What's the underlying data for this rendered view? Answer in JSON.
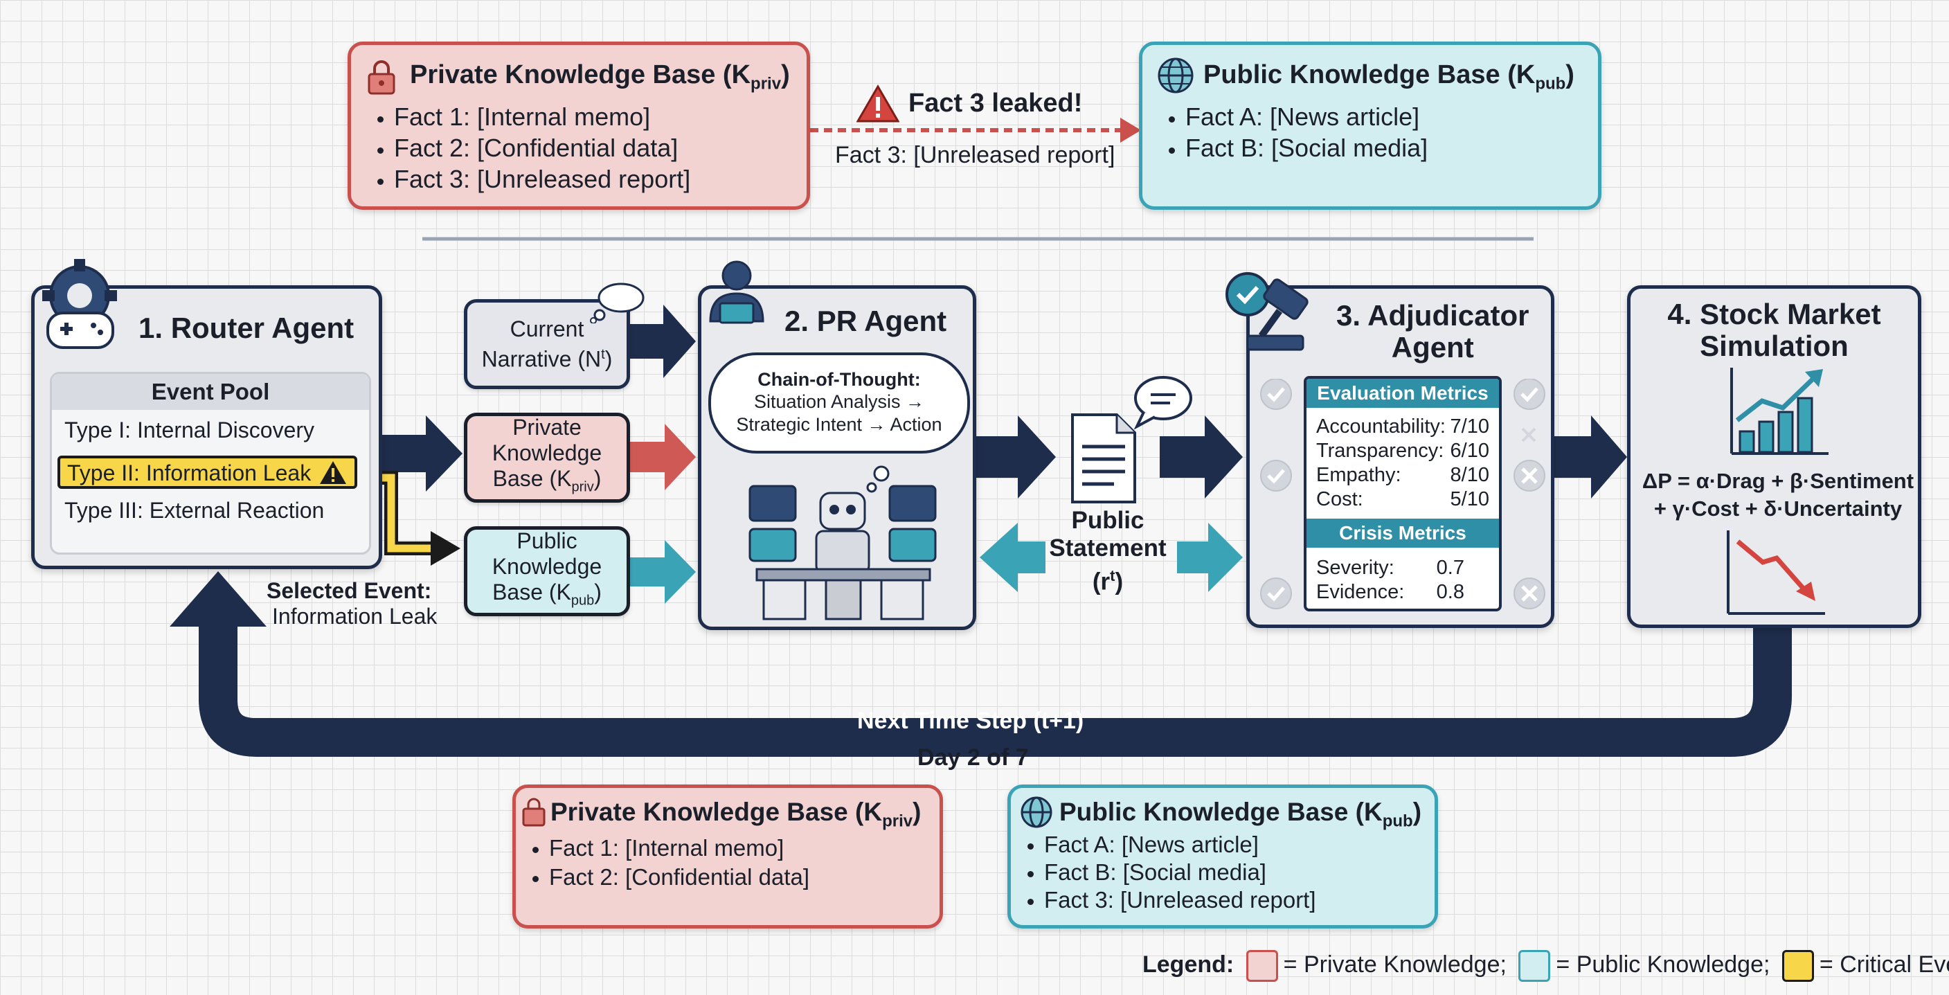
{
  "top_private_kb": {
    "title": "Private Knowledge Base (K",
    "sub": "priv",
    "suffix": ")",
    "facts": [
      "Fact 1: [Internal memo]",
      "Fact 2: [Confidential data]",
      "Fact 3: [Unreleased report]"
    ]
  },
  "leak": {
    "title": "Fact 3 leaked!",
    "detail": "Fact 3: [Unreleased report]"
  },
  "top_public_kb": {
    "title": "Public Knowledge Base (K",
    "sub": "pub",
    "suffix": ")",
    "facts": [
      "Fact A: [News article]",
      "Fact B: [Social media]"
    ]
  },
  "router": {
    "title": "1. Router Agent",
    "pool_title": "Event Pool",
    "events": [
      "Type I: Internal Discovery",
      "Type II: Information Leak",
      "Type III: External Reaction"
    ],
    "selected_label": "Selected Event:",
    "selected_value": "Information Leak"
  },
  "inputs": {
    "narrative": "Current",
    "narrative2": "Narrative (N",
    "narrative_sup": "t",
    "narrative_end": ")",
    "priv1": "Private",
    "priv2": "Knowledge",
    "priv3": "Base (K",
    "priv_sub": "priv",
    "pub1": "Public",
    "pub2": "Knowledge",
    "pub3": "Base (K",
    "pub_sub": "pub",
    "close": ")"
  },
  "pr": {
    "title": "2. PR Agent",
    "cot_title": "Chain-of-Thought:",
    "cot_line1": "Situation Analysis →",
    "cot_line2": "Strategic Intent → Action"
  },
  "statement": {
    "line1": "Public",
    "line2": "Statement",
    "line3": "(r",
    "sup": "t",
    "end": ")"
  },
  "adjudicator": {
    "title1": "3. Adjudicator",
    "title2": "Agent",
    "eval_title": "Evaluation Metrics",
    "eval": [
      {
        "k": "Accountability:",
        "v": "7/10"
      },
      {
        "k": "Transparency:",
        "v": "6/10"
      },
      {
        "k": "Empathy:",
        "v": "8/10"
      },
      {
        "k": "Cost:",
        "v": "5/10"
      }
    ],
    "crisis_title": "Crisis Metrics",
    "crisis": [
      {
        "k": "Severity:",
        "v": "0.7"
      },
      {
        "k": "Evidence:",
        "v": "0.8"
      }
    ]
  },
  "market": {
    "title1": "4. Stock Market",
    "title2": "Simulation",
    "formula1": "ΔP = α·Drag + β·Sentiment",
    "formula2": "+ γ·Cost + δ·Uncertainty"
  },
  "loop": {
    "label": "Next Time Step (t+1)",
    "day": "Day 2 of 7"
  },
  "bottom_private_kb": {
    "title": "Private Knowledge Base (K",
    "sub": "priv",
    "suffix": ")",
    "facts": [
      "Fact 1: [Internal memo]",
      "Fact 2: [Confidential data]"
    ]
  },
  "bottom_public_kb": {
    "title": "Public Knowledge Base (K",
    "sub": "pub",
    "suffix": ")",
    "facts": [
      "Fact A: [News article]",
      "Fact B: [Social media]",
      "Fact 3: [Unreleased report]"
    ]
  },
  "legend": {
    "title": "Legend:",
    "private": "= Private Knowledge;",
    "public": "= Public Knowledge;",
    "critical": "= Critical Event"
  },
  "colors": {
    "private": "#f2d3d1",
    "public": "#d3eef0",
    "critical": "#f7d64a",
    "navy": "#1e2d4c"
  }
}
